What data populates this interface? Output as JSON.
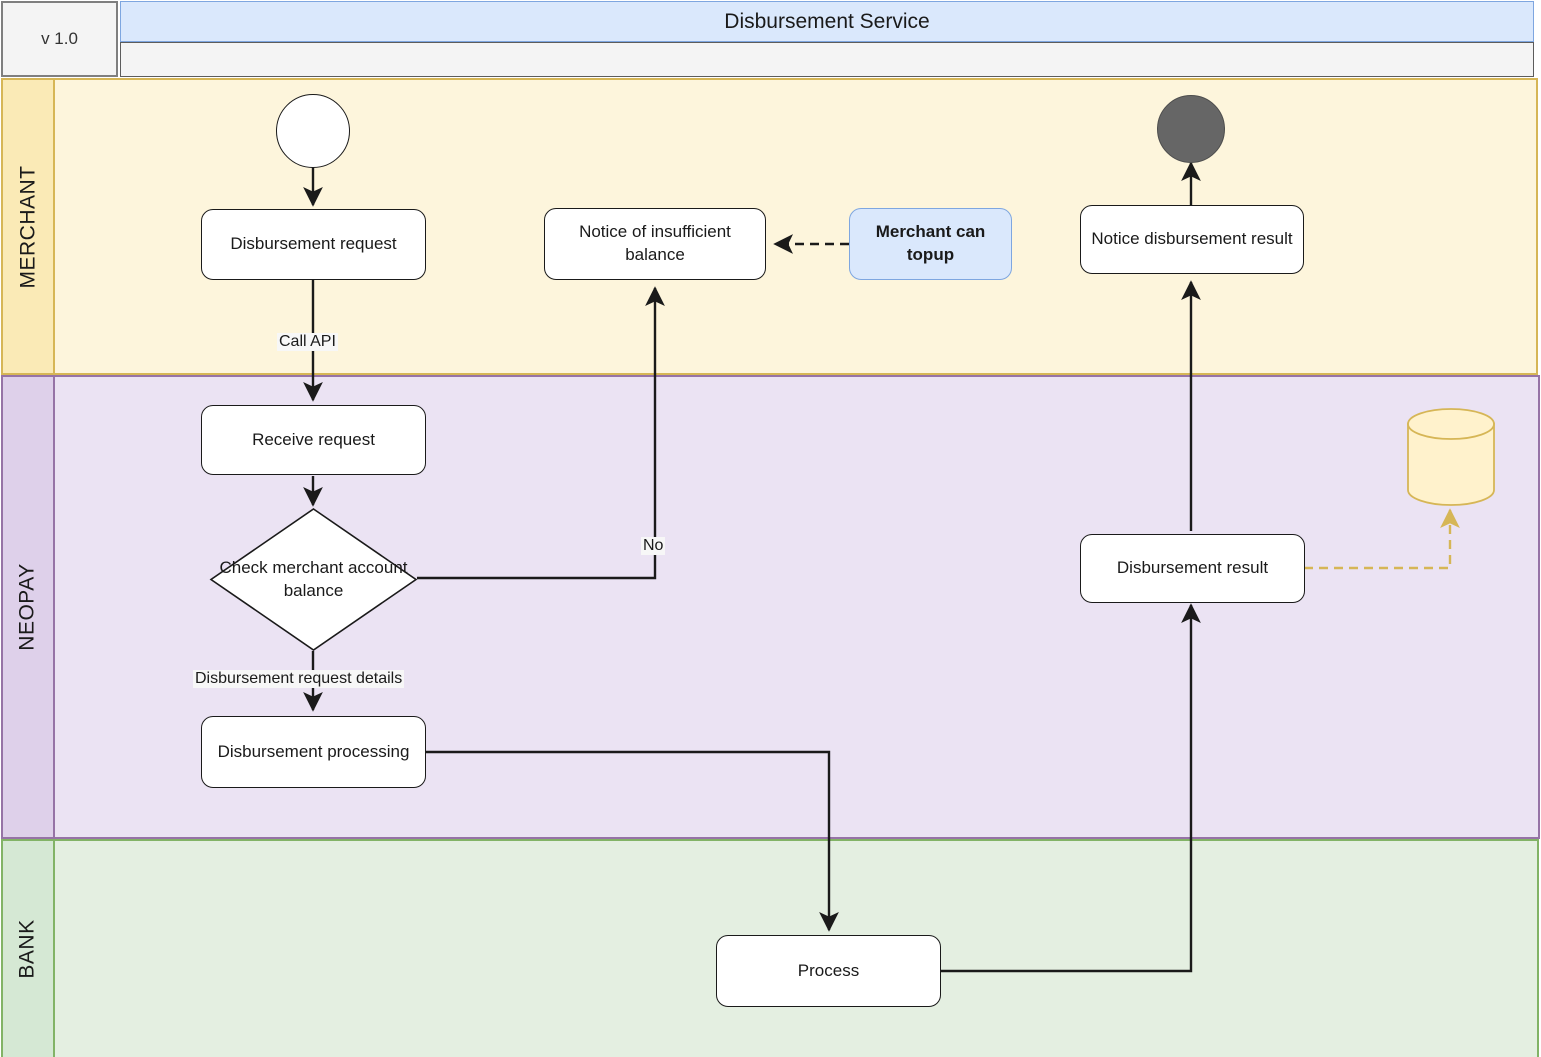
{
  "header": {
    "version": "v 1.0",
    "title": "Disbursement Service"
  },
  "lanes": [
    {
      "id": "merchant",
      "label": "MERCHANT",
      "fill": "#fdf5dc",
      "stroke": "#d6b656"
    },
    {
      "id": "neopay",
      "label": "NEOPAY",
      "fill": "#ebe3f3",
      "stroke": "#9673a6"
    },
    {
      "id": "bank",
      "label": "BANK",
      "fill": "#e4efe1",
      "stroke": "#82b366"
    }
  ],
  "nodes": {
    "start": {
      "type": "start-event",
      "label": ""
    },
    "disbursement_request": {
      "label": "Disbursement request"
    },
    "notice_insufficient_balance": {
      "label": "Notice of insufficient balance"
    },
    "merchant_can_topup": {
      "label": "Merchant can topup",
      "fill": "#dae8fc",
      "stroke": "#7ea6e0"
    },
    "notice_disbursement_result": {
      "label": "Notice disbursement result"
    },
    "end": {
      "type": "end-event",
      "label": ""
    },
    "receive_request": {
      "label": "Receive request"
    },
    "check_merchant_account_balance": {
      "label": "Check merchant account balance"
    },
    "disbursement_processing": {
      "label": "Disbursement processing"
    },
    "disbursement_result": {
      "label": "Disbursement result"
    },
    "database": {
      "label": "",
      "fill": "#fff2cc",
      "stroke": "#d6b656"
    },
    "process": {
      "label": "Process"
    }
  },
  "edge_labels": {
    "call_api": "Call API",
    "no": "No",
    "disbursement_request_details": "Disbursement request details"
  },
  "colors": {
    "header_blue": "#dae8fc",
    "header_blue_border": "#7ea6e0",
    "merchant_fill": "#fdf5dc",
    "merchant_border": "#d6b656",
    "neopay_fill": "#ebe3f3",
    "neopay_border": "#9673a6",
    "bank_fill": "#e4efe1",
    "bank_border": "#82b366",
    "edge_black": "#1a1a1a",
    "edge_gold": "#d6b656",
    "end_node_fill": "#666666"
  }
}
